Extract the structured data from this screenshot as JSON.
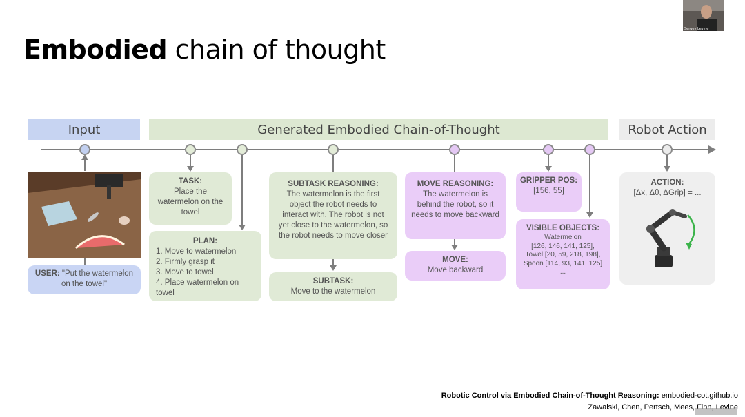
{
  "slide": {
    "title_bold": "Embodied",
    "title_rest": " chain of thought"
  },
  "headers": {
    "input": "Input",
    "generated": "Generated Embodied Chain-of-Thought",
    "action": "Robot Action"
  },
  "boxes": {
    "user": {
      "label": "USER:",
      "text": " \"Put the watermelon on the towel\""
    },
    "task": {
      "label": "TASK:",
      "text": "Place the watermelon on the towel"
    },
    "plan": {
      "label": "PLAN:",
      "items": [
        "1. Move to watermelon",
        "2. Firmly grasp it",
        "3. Move to towel",
        "4. Place watermelon on towel"
      ]
    },
    "subtask_reasoning": {
      "label": "SUBTASK REASONING:",
      "text": "The watermelon is the first object the robot needs to interact with. The robot is not yet close to the watermelon, so the robot needs to move closer"
    },
    "subtask": {
      "label": "SUBTASK:",
      "text": "Move to the watermelon"
    },
    "move_reasoning": {
      "label": "MOVE REASONING:",
      "text": "The watermelon is behind the robot, so it needs to move backward"
    },
    "move": {
      "label": "MOVE:",
      "text": "Move backward"
    },
    "gripper": {
      "label": "GRIPPER POS:",
      "text": "[156, 55]"
    },
    "visible": {
      "label": "VISIBLE OBJECTS:",
      "lines": [
        "Watermelon",
        "[126, 146, 141, 125],",
        "Towel [20, 59, 218, 198],",
        "Spoon [114, 93, 141, 125]",
        "..."
      ]
    },
    "action": {
      "label": "ACTION:",
      "text": "[Δx, Δθ, ΔGrip] = ..."
    }
  },
  "footer": {
    "line1_bold": "Robotic Control via Embodied Chain-of-Thought Reasoning:",
    "line1_rest": " embodied-cot.github.io",
    "line2": "Zawalski, Chen, Pertsch, Mees, Finn, Levine"
  },
  "webcam": {
    "name": "Sergey Levine"
  },
  "colors": {
    "blue": "#c9d5f4",
    "green": "#e0ead6",
    "purple": "#eacdf8",
    "gray": "#efefef"
  }
}
